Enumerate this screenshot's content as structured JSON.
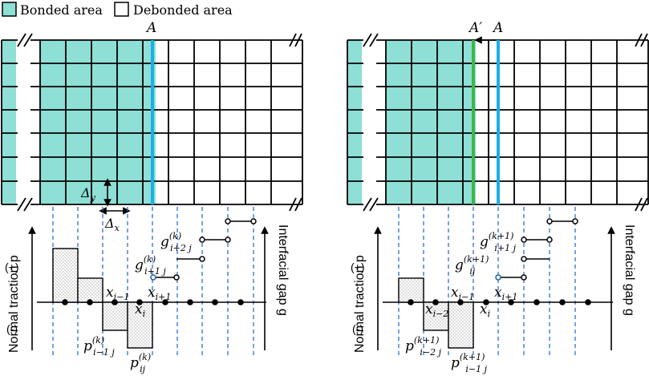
{
  "legend": {
    "bonded_label": "Bonded area",
    "debonded_label": "Debonded area"
  },
  "colors": {
    "bonded": "#8edfd6",
    "blue_front": "#1ab0e6",
    "green_front": "#3fb549",
    "dashed": "#2b6fd6",
    "grid": "#000000"
  },
  "left": {
    "front_label": "A",
    "delta_y": "Δ",
    "delta_y_sub": "y",
    "delta_x": "Δ",
    "delta_x_sub": "x",
    "y_axis_label": "Normal traction p",
    "gap_axis_label": "Interfacial gap g",
    "plus_sign": "(+)",
    "minus_sign": "(-)",
    "x_prev": {
      "base": "x",
      "sub": "i−1"
    },
    "x_next": {
      "base": "x",
      "sub": "i+1"
    },
    "x_cur": {
      "base": "x",
      "sub": "i"
    },
    "g_upper": {
      "base": "g",
      "sup": "(k)",
      "sub": "i+2  j"
    },
    "g_lower": {
      "base": "g",
      "sup": "(k)",
      "sub": "i+1  j"
    },
    "p_left": {
      "base": "p",
      "sup": "(k)",
      "sub": "i−1  j"
    },
    "p_right": {
      "base": "p",
      "sup": "(k)",
      "sub": "ij"
    }
  },
  "right": {
    "front_label_new": "A′",
    "front_label_old": "A",
    "y_axis_label": "Normal traction p",
    "gap_axis_label": "Interfacial gap g",
    "plus_sign": "(+)",
    "minus_sign": "(-)",
    "x_prev": {
      "base": "x",
      "sub": "i−1"
    },
    "x_next": {
      "base": "x",
      "sub": "i+1"
    },
    "x_cur": {
      "base": "x",
      "sub": "i"
    },
    "x_prev2": {
      "base": "x",
      "sub": "i−2"
    },
    "g_upper": {
      "base": "g",
      "sup": "(k+1)",
      "sub": "i+1  j"
    },
    "g_lower": {
      "base": "g",
      "sup": "(k+1)",
      "sub": "ij"
    },
    "p_left": {
      "base": "p",
      "sup": "(k+1)",
      "sub": "i−2  j"
    },
    "p_right": {
      "base": "p",
      "sup": "(k+1)",
      "sub": "i−1  j"
    }
  }
}
